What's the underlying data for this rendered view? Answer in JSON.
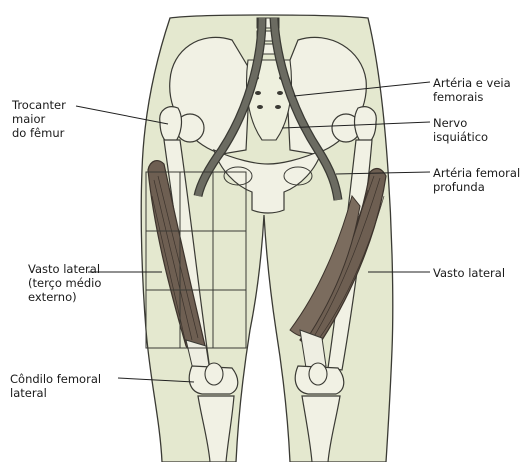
{
  "colors": {
    "background": "#ffffff",
    "body_fill": "#e4e8cf",
    "bone_fill": "#f1f1e4",
    "outline": "#3a3a34",
    "muscle_fill": "#6e5f52",
    "muscle_dark": "#3c332c",
    "tendon_fill": "#eeeee2",
    "artery_fill": "#6b6b61",
    "grid_stroke": "#3a3a34",
    "leader_stroke": "#202020"
  },
  "labels": {
    "trochanter": "Trocanter\nmaior\ndo fêmur",
    "femoral_vessels": "Artéria e veia\nfemorais",
    "sciatic_nerve": "Nervo\nisquiático",
    "deep_femoral": "Artéria femoral\nprofunda",
    "vastus_left": "Vasto lateral\n(terço médio\nexterno)",
    "vastus_right": "Vasto lateral",
    "condyle": "Côndilo femoral\nlateral"
  }
}
